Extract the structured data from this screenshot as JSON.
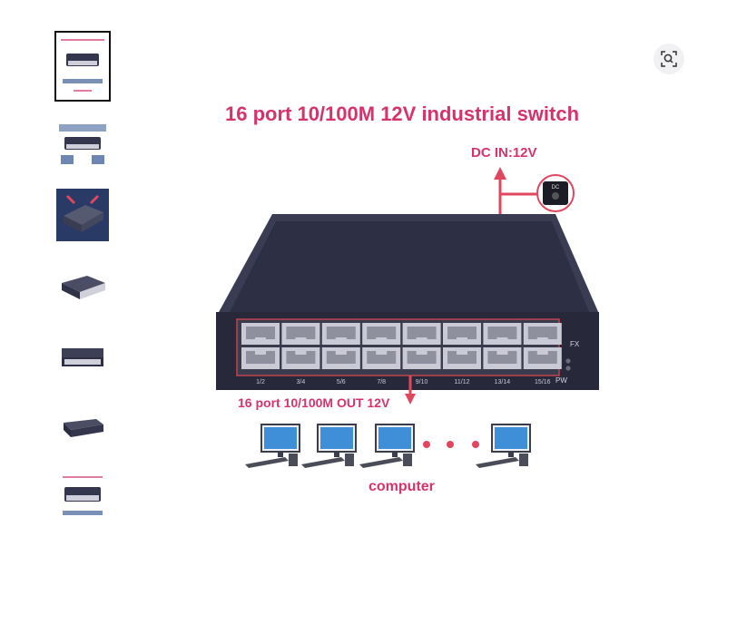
{
  "gallery": {
    "thumbnails": [
      {
        "name": "thumbnail-1",
        "active": true
      },
      {
        "name": "thumbnail-2",
        "active": false
      },
      {
        "name": "thumbnail-3",
        "active": false
      },
      {
        "name": "thumbnail-4",
        "active": false
      },
      {
        "name": "thumbnail-5",
        "active": false
      },
      {
        "name": "thumbnail-6",
        "active": false
      },
      {
        "name": "thumbnail-7",
        "active": false
      }
    ],
    "zoom_icon": "zoom-icon"
  },
  "image": {
    "title": "16 port 10/100M 12V industrial switch",
    "dc_label": "DC IN:12V",
    "dc_jack_label": "DC",
    "out_label": "16 port 10/100M OUT 12V",
    "computer_label": "computer",
    "fx_label": "FX",
    "pw_label": "PW",
    "port_labels": [
      "1/2",
      "3/4",
      "5/6",
      "7/8",
      "9/10",
      "11/12",
      "13/14",
      "15/16"
    ],
    "accent_color": "#d6336c",
    "device_color": "#2d2f45"
  }
}
